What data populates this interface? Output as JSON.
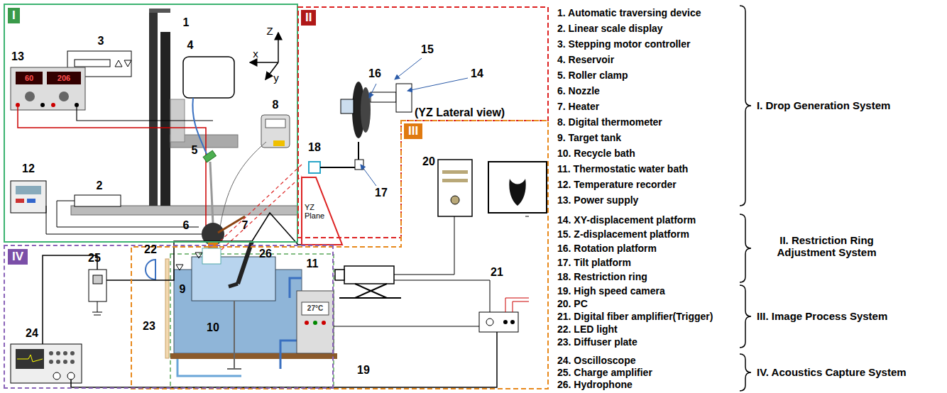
{
  "diagram": {
    "nodes": [
      {
        "text": [
          "I"
        ]
      },
      {
        "text": [
          "II"
        ]
      },
      {
        "text": [
          "III"
        ]
      },
      {
        "text": [
          "IV"
        ]
      }
    ],
    "labels": [
      "1",
      "2",
      "3",
      "4",
      "5",
      "6",
      "7",
      "8",
      "9",
      "10",
      "11",
      "12",
      "13",
      "14",
      "15",
      "16",
      "17",
      "18",
      "19",
      "20",
      "21",
      "22",
      "23",
      "24",
      "25",
      "26",
      "Z",
      "x",
      "y",
      "(YZ Lateral view)",
      "YZ Plane",
      "60",
      "206",
      "27°C",
      "1.    Automatic traversing device",
      "2.    Linear scale display",
      "3.    Stepping motor controller",
      "4.    Reservoir",
      "5.    Roller clamp",
      "6.    Nozzle",
      "7.    Heater",
      "8.    Digital thermometer",
      "9.    Target tank",
      "10.  Recycle bath",
      "11.  Thermostatic water bath",
      "12.  Temperature recorder",
      "13.  Power supply",
      "14.  XY-displacement platform",
      "15.  Z-displacement platform",
      "16.  Rotation platform",
      "17.  Tilt platform",
      "18.  Restriction ring",
      "19.  High speed camera",
      "20.  PC",
      "21.  Digital fiber amplifier(Trigger)",
      "22.  LED light",
      "23.  Diffuser plate",
      "24.  Oscilloscope",
      "25.  Charge amplifier",
      "26.  Hydrophone",
      "I. Drop Generation System",
      "II. Restriction Ring Adjustment System",
      "III. Image Process System",
      "IV. Acoustics Capture System"
    ]
  }
}
